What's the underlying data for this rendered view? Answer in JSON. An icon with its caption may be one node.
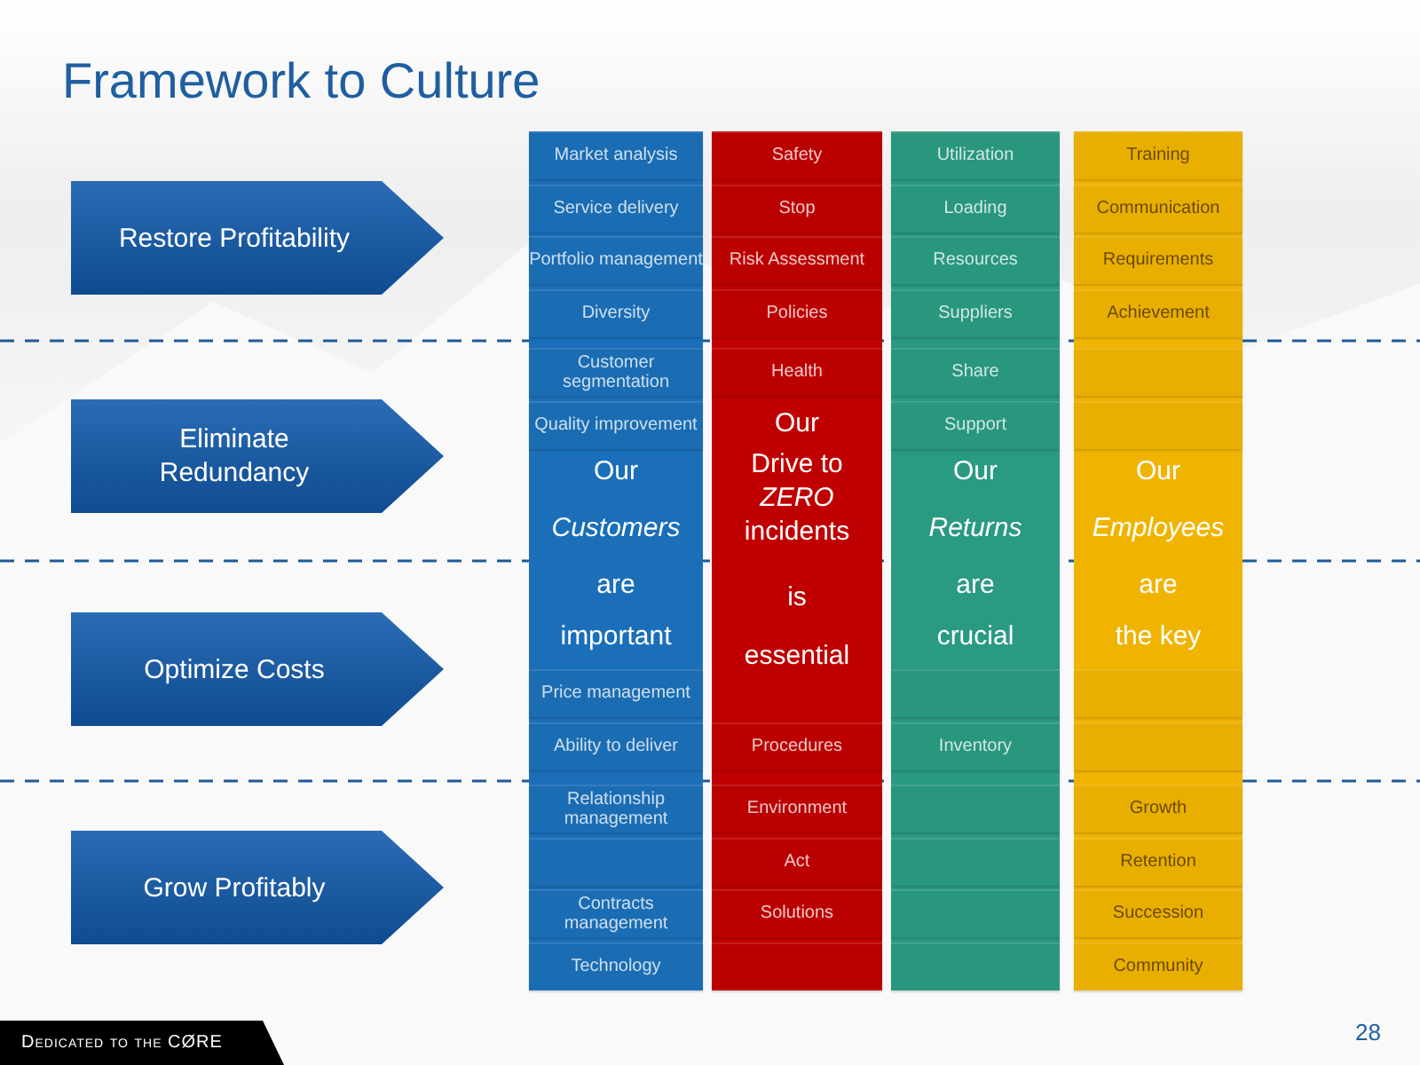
{
  "diagram": {
    "title": "Framework to Culture",
    "nodes": [
      {
        "text": [
          "Restore Profitability"
        ]
      },
      {
        "text": [
          "Eliminate Redundancy"
        ]
      },
      {
        "text": [
          "Optimize Costs"
        ]
      },
      {
        "text": [
          "Grow Profitably"
        ]
      },
      {
        "text": [
          "Our",
          "*Customers*",
          "are",
          "important"
        ]
      },
      {
        "text": [
          "Market analysis"
        ],
        "in": 4
      },
      {
        "text": [
          "Service delivery"
        ],
        "in": 4
      },
      {
        "text": [
          "Portfolio management"
        ],
        "in": 4
      },
      {
        "text": [
          "Diversity"
        ],
        "in": 4
      },
      {
        "text": [
          "Customer segmentation"
        ],
        "in": 4
      },
      {
        "text": [
          "Quality improvement"
        ],
        "in": 4
      },
      {
        "text": [
          "Price management"
        ],
        "in": 4
      },
      {
        "text": [
          "Ability to deliver"
        ],
        "in": 4
      },
      {
        "text": [
          "Relationship management"
        ],
        "in": 4
      },
      {
        "text": [],
        "shape": "box",
        "in": 4
      },
      {
        "text": [
          "Contracts management"
        ],
        "in": 4
      },
      {
        "text": [
          "Technology"
        ],
        "in": 4
      },
      {
        "text": [
          "Our",
          "Drive to *ZERO* incidents",
          "is",
          "essential"
        ]
      },
      {
        "text": [
          "Safety"
        ],
        "in": 17
      },
      {
        "text": [
          "Stop"
        ],
        "in": 17
      },
      {
        "text": [
          "Risk Assessment"
        ],
        "in": 17
      },
      {
        "text": [
          "Policies"
        ],
        "in": 17
      },
      {
        "text": [
          "Health"
        ],
        "in": 17
      },
      {
        "text": [
          "Procedures"
        ],
        "in": 17
      },
      {
        "text": [
          "Environment"
        ],
        "in": 17
      },
      {
        "text": [
          "Act"
        ],
        "in": 17
      },
      {
        "text": [
          "Solutions"
        ],
        "in": 17
      },
      {
        "text": [],
        "shape": "box",
        "in": 17
      },
      {
        "text": [
          "Our",
          "*Returns*",
          "are",
          "crucial"
        ]
      },
      {
        "text": [
          "Utilization"
        ],
        "in": 28
      },
      {
        "text": [
          "Loading"
        ],
        "in": 28
      },
      {
        "text": [
          "Resources"
        ],
        "in": 28
      },
      {
        "text": [
          "Suppliers"
        ],
        "in": 28
      },
      {
        "text": [
          "Share"
        ],
        "in": 28
      },
      {
        "text": [
          "Support"
        ],
        "in": 28
      },
      {
        "text": [],
        "shape": "box",
        "in": 28
      },
      {
        "text": [
          "Inventory"
        ],
        "in": 28
      },
      {
        "text": [],
        "shape": "box",
        "in": 28
      },
      {
        "text": [],
        "shape": "box",
        "in": 28
      },
      {
        "text": [],
        "shape": "box",
        "in": 28
      },
      {
        "text": [],
        "shape": "box",
        "in": 28
      },
      {
        "text": [
          "Our",
          "*Employees*",
          "are",
          "the key"
        ]
      },
      {
        "text": [
          "Training"
        ],
        "in": 41
      },
      {
        "text": [
          "Communication"
        ],
        "in": 41
      },
      {
        "text": [
          "Requirements"
        ],
        "in": 41
      },
      {
        "text": [
          "Achievement"
        ],
        "in": 41
      },
      {
        "text": [],
        "shape": "box",
        "in": 41
      },
      {
        "text": [],
        "shape": "box",
        "in": 41
      },
      {
        "text": [],
        "shape": "box",
        "in": 41
      },
      {
        "text": [],
        "shape": "box",
        "in": 41
      },
      {
        "text": [
          "Growth"
        ],
        "in": 41
      },
      {
        "text": [
          "Retention"
        ],
        "in": 41
      },
      {
        "text": [
          "Succession"
        ],
        "in": 41
      },
      {
        "text": [
          "Community"
        ],
        "in": 41
      }
    ],
    "labels": [
      "Dedicated to the CØRE",
      "28"
    ]
  }
}
